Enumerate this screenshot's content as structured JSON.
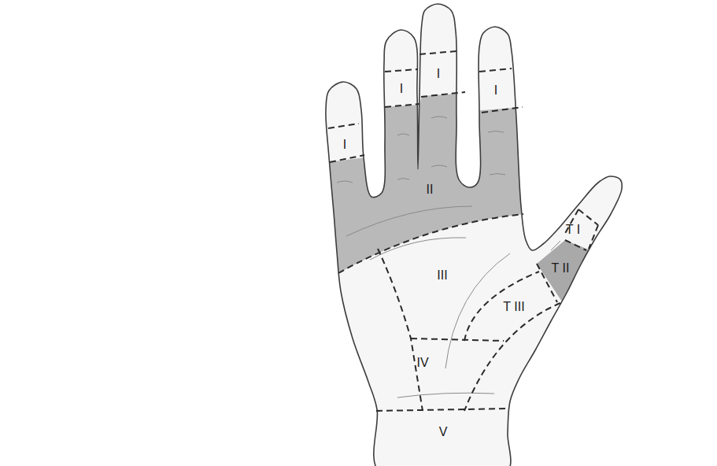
{
  "diagram": {
    "labels": [
      "I",
      "I",
      "I",
      "I",
      "II",
      "T I",
      "T II",
      "III",
      "T III",
      "IV",
      "V"
    ]
  }
}
